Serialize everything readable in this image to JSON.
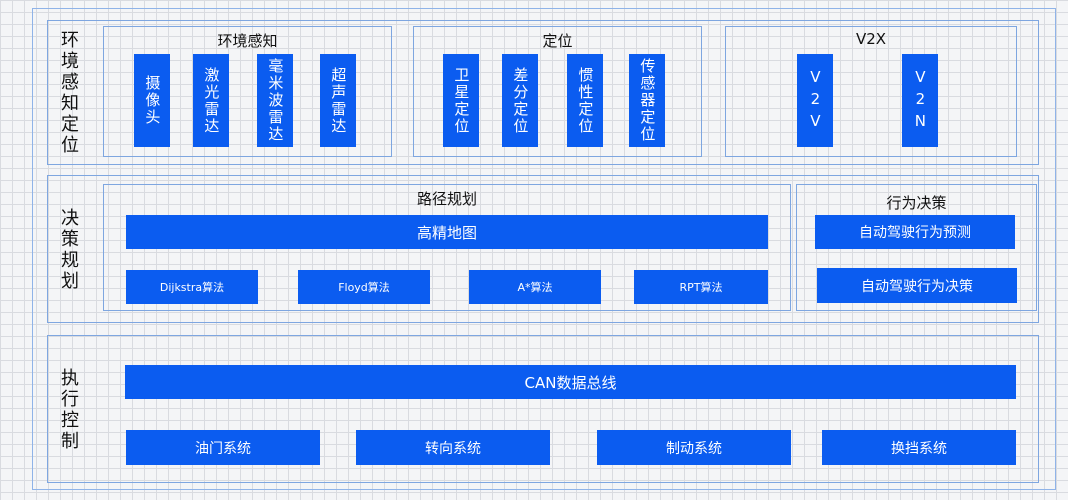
{
  "layers": {
    "perception": {
      "label": "环境感知定位",
      "groups": {
        "env": {
          "title": "环境感知",
          "items": [
            "摄像头",
            "激光雷达",
            "毫米波雷达",
            "超声雷达"
          ]
        },
        "loc": {
          "title": "定位",
          "items": [
            "卫星定位",
            "差分定位",
            "惯性定位",
            "传感器定位"
          ]
        },
        "v2x": {
          "title": "V2X",
          "items": [
            "V2V",
            "V2N"
          ]
        }
      }
    },
    "planning": {
      "label": "决策规划",
      "groups": {
        "path": {
          "title": "路径规划",
          "map": "高精地图",
          "algorithms": [
            "Dijkstra算法",
            "Floyd算法",
            "A*算法",
            "RPT算法"
          ]
        },
        "behavior": {
          "title": "行为决策",
          "items": [
            "自动驾驶行为预测",
            "自动驾驶行为决策"
          ]
        }
      }
    },
    "control": {
      "label": "执行控制",
      "bus": "CAN数据总线",
      "systems": [
        "油门系统",
        "转向系统",
        "制动系统",
        "换挡系统"
      ]
    }
  },
  "colors": {
    "block": "#0b5cf0",
    "border": "#7ea6e0",
    "grid": "#d9dbe0"
  }
}
